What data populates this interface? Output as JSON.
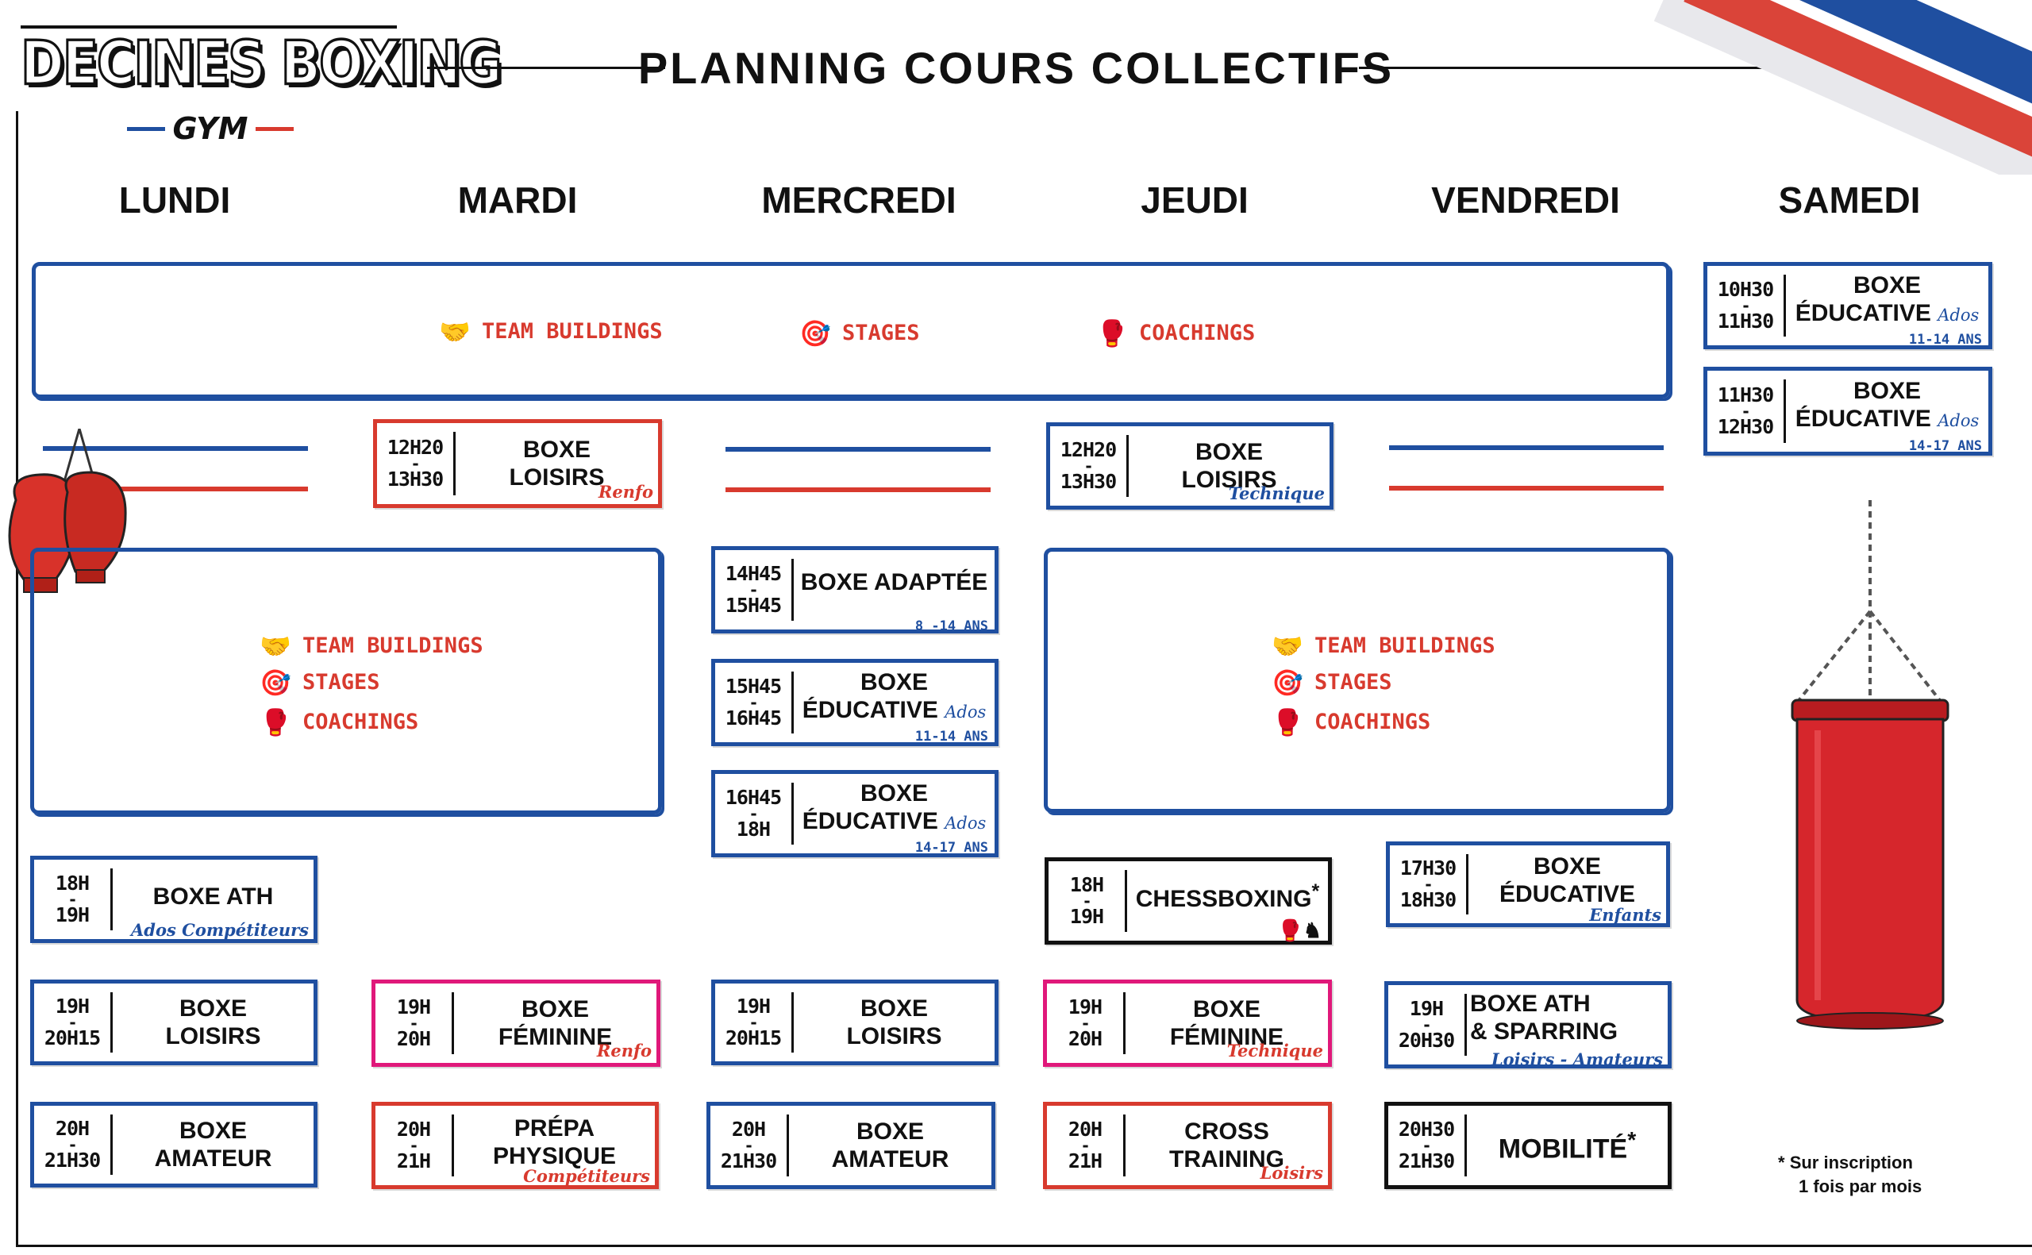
{
  "header": {
    "logo_main": "DECINES BOXING",
    "logo_sub": "GYM",
    "title": "PLANNING COURS COLLECTIFS"
  },
  "days": [
    "LUNDI",
    "MARDI",
    "MERCREDI",
    "JEUDI",
    "VENDREDI",
    "SAMEDI"
  ],
  "events": {
    "team_buildings": "TEAM BUILDINGS",
    "stages": "STAGES",
    "coachings": "COACHINGS"
  },
  "icons": {
    "team_buildings": "handshake-icon",
    "stages": "target-icon",
    "coachings": "boxing-glove-icon",
    "chess": "chess-knight-icon"
  },
  "colors": {
    "blue": "#1f4fa0",
    "red": "#d83a2e",
    "pink": "#e0187a",
    "black": "#111111"
  },
  "classes": {
    "mardi_1": {
      "start": "12H20",
      "end": "13H30",
      "title1": "BOXE",
      "title2": "LOISIRS",
      "sub": "Renfo"
    },
    "jeudi_1": {
      "start": "12H20",
      "end": "13H30",
      "title1": "BOXE",
      "title2": "LOISIRS",
      "sub": "Technique"
    },
    "mer_1": {
      "start": "14H45",
      "end": "15H45",
      "title1": "BOXE ADAPTÉE",
      "age": "8 -14 ANS"
    },
    "mer_2": {
      "start": "15H45",
      "end": "16H45",
      "title1": "BOXE",
      "title2": "ÉDUCATIVE",
      "ados": "Ados",
      "age": "11-14 ANS"
    },
    "mer_3": {
      "start": "16H45",
      "end": "18H",
      "title1": "BOXE",
      "title2": "ÉDUCATIVE",
      "ados": "Ados",
      "age": "14-17 ANS"
    },
    "sam_1": {
      "start": "10H30",
      "end": "11H30",
      "title1": "BOXE",
      "title2": "ÉDUCATIVE",
      "ados": "Ados",
      "age": "11-14 ANS"
    },
    "sam_2": {
      "start": "11H30",
      "end": "12H30",
      "title1": "BOXE",
      "title2": "ÉDUCATIVE",
      "ados": "Ados",
      "age": "14-17 ANS"
    },
    "lun_1": {
      "start": "18H",
      "end": "19H",
      "title1": "BOXE ATH",
      "sub": "Ados Compétiteurs"
    },
    "jeu_2": {
      "start": "18H",
      "end": "19H",
      "title1": "CHESSBOXING",
      "star": "*"
    },
    "ven_1": {
      "start": "17H30",
      "end": "18H30",
      "title1": "BOXE",
      "title2": "ÉDUCATIVE",
      "sub": "Enfants"
    },
    "lun_2": {
      "start": "19H",
      "end": "20H15",
      "title1": "BOXE",
      "title2": "LOISIRS"
    },
    "mar_2": {
      "start": "19H",
      "end": "20H",
      "title1": "BOXE",
      "title2": "FÉMININE",
      "sub": "Renfo"
    },
    "mer_4": {
      "start": "19H",
      "end": "20H15",
      "title1": "BOXE",
      "title2": "LOISIRS"
    },
    "jeu_3": {
      "start": "19H",
      "end": "20H",
      "title1": "BOXE",
      "title2": "FÉMININE",
      "sub": "Technique"
    },
    "ven_2": {
      "start": "19H",
      "end": "20H30",
      "title1": "BOXE ATH",
      "title2": "& SPARRING",
      "sub": "Loisirs - Amateurs"
    },
    "lun_3": {
      "start": "20H",
      "end": "21H30",
      "title1": "BOXE",
      "title2": "AMATEUR"
    },
    "mar_3": {
      "start": "20H",
      "end": "21H",
      "title1": "PRÉPA",
      "title2": "PHYSIQUE",
      "sub": "Compétiteurs"
    },
    "mer_5": {
      "start": "20H",
      "end": "21H30",
      "title1": "BOXE",
      "title2": "AMATEUR"
    },
    "jeu_4": {
      "start": "20H",
      "end": "21H",
      "title1": "CROSS",
      "title2": "TRAINING",
      "sub": "Loisirs"
    },
    "ven_3": {
      "start": "20H30",
      "end": "21H30",
      "title1": "MOBILITÉ",
      "star": "*"
    }
  },
  "footnote": {
    "star": "*",
    "line1": "Sur inscription",
    "line2": "1 fois par mois"
  }
}
